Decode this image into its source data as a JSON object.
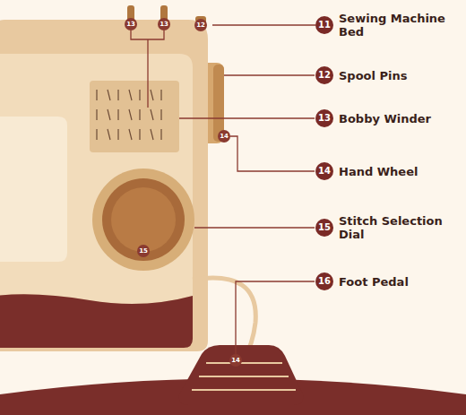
{
  "diagram": {
    "labels": [
      "13",
      "13",
      "12",
      "14",
      "15",
      "14",
      "11",
      "Sewing Machine Bed",
      "12",
      "Spool Pins",
      "13",
      "Bobby Winder",
      "14",
      "Hand Wheel",
      "15",
      "Stitch Selection Dial",
      "16",
      "Foot Pedal"
    ]
  }
}
